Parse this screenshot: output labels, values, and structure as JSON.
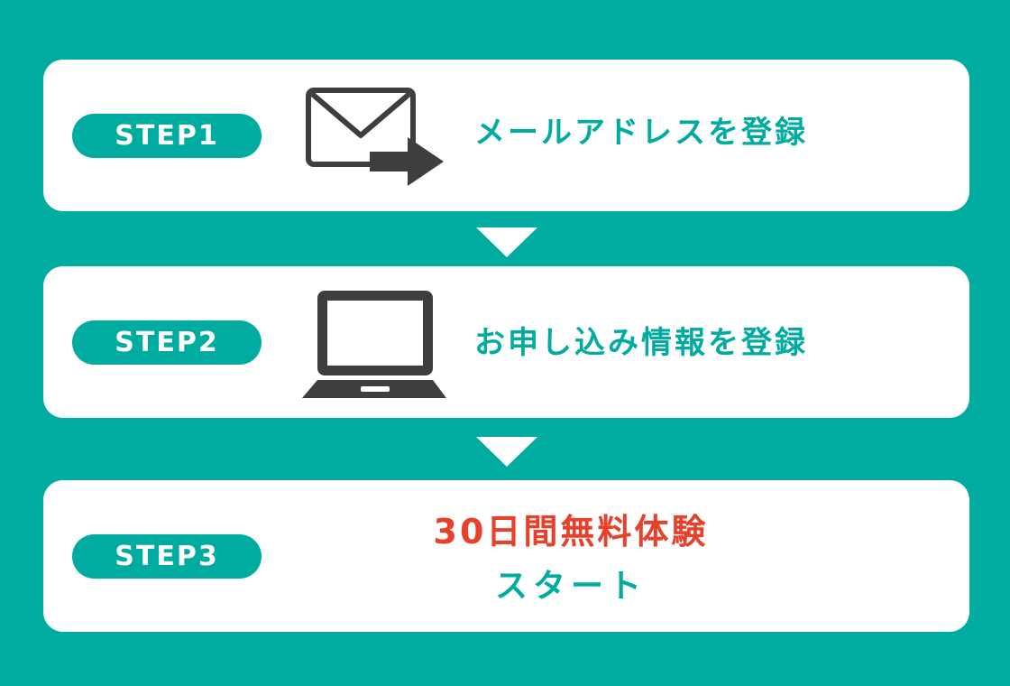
{
  "colors": {
    "background": "#00ab9f",
    "card": "#ffffff",
    "accent": "#00ab9f",
    "highlight": "#e8402a",
    "icon": "#3f3d3d"
  },
  "steps": [
    {
      "label": "STEP1",
      "icon": "mail-send-icon",
      "text": "メールアドレスを登録"
    },
    {
      "label": "STEP2",
      "icon": "laptop-icon",
      "text": "お申し込み情報を登録"
    },
    {
      "label": "STEP3",
      "highlight": "30日間無料体験",
      "text": "スタート"
    }
  ]
}
